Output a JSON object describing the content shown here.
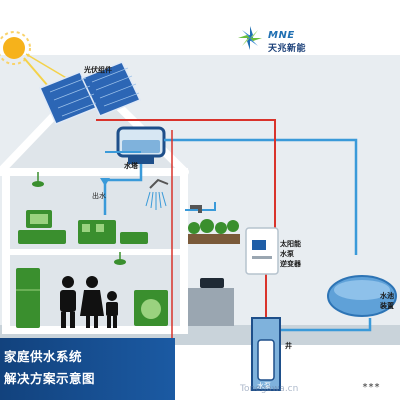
{
  "brand": {
    "name_en": "MNE",
    "name_cn": "天兆新能"
  },
  "labels": {
    "pv_array": "光伏组件",
    "water_tower": "水塔",
    "water_out": "出水",
    "inverter_line1": "太阳能",
    "inverter_line2": "水泵",
    "inverter_line3": "逆变器",
    "well": "井",
    "pump": "水泵",
    "storage_line1": "水池",
    "storage_line2": "装置"
  },
  "title": {
    "line1": "家庭供水系统",
    "line2": "解决方案示意图"
  },
  "watermark": "Tonegawa.cn",
  "corner_text": "***",
  "colors": {
    "sky_bg": "#e9eef2",
    "house_stroke": "#ffffff",
    "house_fill": "#dfe5ea",
    "water_pipe": "#3a9ad9",
    "power_line": "#d9332b",
    "green": "#3a8f2e",
    "title_bg": "#16498a"
  }
}
